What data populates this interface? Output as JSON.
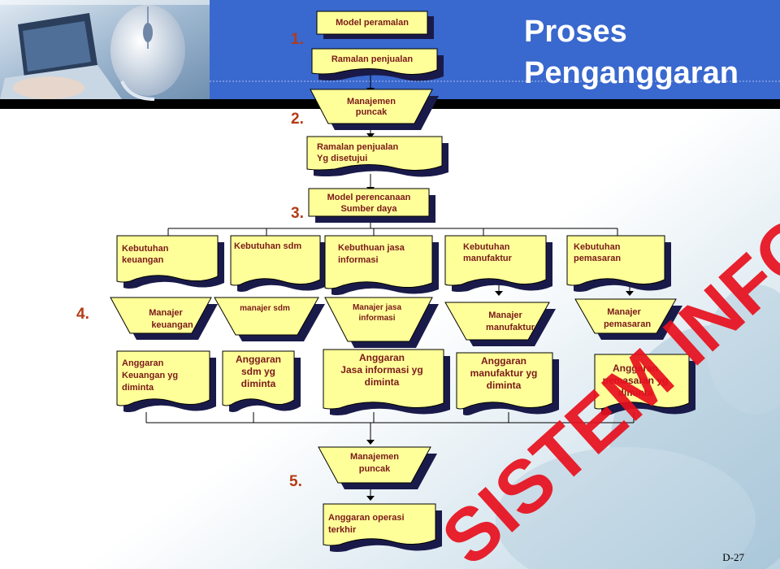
{
  "header": {
    "title_line1": "Proses",
    "title_line2": "Penganggaran",
    "band_color": "#2f5fc8",
    "image_icon": "laptop-and-mouse-photo"
  },
  "watermark": {
    "text": "SISTEM INFORMASI",
    "color": "#e8101e"
  },
  "steps": [
    "1.",
    "2.",
    "3.",
    "4.",
    "5."
  ],
  "nodes": {
    "model_peramalan": "Model peramalan",
    "ramalan_penjualan": "Ramalan penjualan",
    "manajemen_puncak_1": [
      "Manajemen",
      "puncak"
    ],
    "ramalan_disetujui": [
      "Ramalan penjualan",
      "Yg disetujui"
    ],
    "model_perencanaan": [
      "Model perencanaan",
      "Sumber daya"
    ],
    "kebutuhan": [
      [
        "Kebutuhan",
        "keuangan"
      ],
      [
        "Kebutuhan sdm"
      ],
      [
        "Kebuthuan jasa",
        "informasi"
      ],
      [
        "Kebutuhan",
        "manufaktur"
      ],
      [
        "Kebutuhan",
        "pemasaran"
      ]
    ],
    "manajer": [
      [
        "Manajer",
        "keuangan"
      ],
      [
        "manajer sdm"
      ],
      [
        "Manajer jasa",
        "informasi"
      ],
      [
        "Manajer",
        "manufaktur"
      ],
      [
        "Manajer",
        "pemasaran"
      ]
    ],
    "anggaran": [
      [
        "Anggaran",
        "Keuangan yg",
        "diminta"
      ],
      [
        "Anggaran",
        "sdm yg",
        "diminta"
      ],
      [
        "Anggaran",
        "Jasa informasi yg",
        "diminta"
      ],
      [
        "Anggaran",
        "manufaktur yg",
        "diminta"
      ],
      [
        "Anggaran",
        "pemasaran yg",
        "diminta"
      ]
    ],
    "manajemen_puncak_2": [
      "Manajemen",
      "puncak"
    ],
    "anggaran_operasi": [
      "Anggaran operasi",
      "terkhir"
    ]
  },
  "colors": {
    "node_fill": "#ffff99",
    "node_shadow": "#1a1a4a",
    "node_text": "#7a1a1a",
    "step_num": "#b53a16"
  },
  "footer": {
    "page_code": "D-27"
  }
}
